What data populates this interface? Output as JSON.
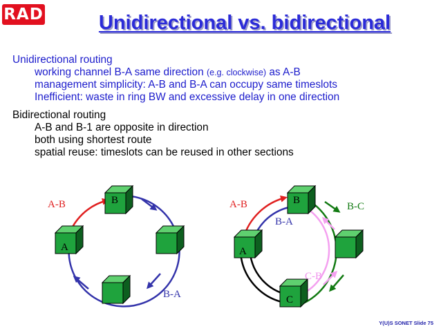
{
  "logo": {
    "text": "RAD",
    "color": "#e2101f"
  },
  "title": "Unidirectional vs. bidirectional",
  "unidirectional": {
    "heading": "Unidirectional routing",
    "line1_a": "working channel B-A same direction ",
    "line1_b": "(e.g. clockwise)",
    "line1_c": " as A-B",
    "line2": "management simplicity: A-B and B-A can occupy same timeslots",
    "line3": "Inefficient: waste in ring BW and excessive delay in one direction"
  },
  "bidirectional": {
    "heading": "Bidirectional routing",
    "lines": [
      "A-B and B-1 are opposite in direction",
      "both using shortest route",
      "spatial reuse: timeslots can be reused in other sections"
    ]
  },
  "diagram_left": {
    "node_b": "B",
    "node_a": "A",
    "label_ab": "A-B",
    "label_ba": "B-A"
  },
  "diagram_right": {
    "node_b": "B",
    "node_a": "A",
    "node_c": "C",
    "label_ab": "A-B",
    "label_ba": "B-A",
    "label_bc": "B-C",
    "label_cb": "C-B"
  },
  "colors": {
    "title": "#2b2bd8",
    "text_blue": "#1c1ccc",
    "cube_front": "#1fa33d",
    "red_path": "#e02020",
    "blue_path": "#3333aa",
    "green_path": "#127a12",
    "pink_path": "#f4a0f0",
    "black_path": "#000000"
  },
  "footer": "Y(U)S SONET   Slide 75"
}
